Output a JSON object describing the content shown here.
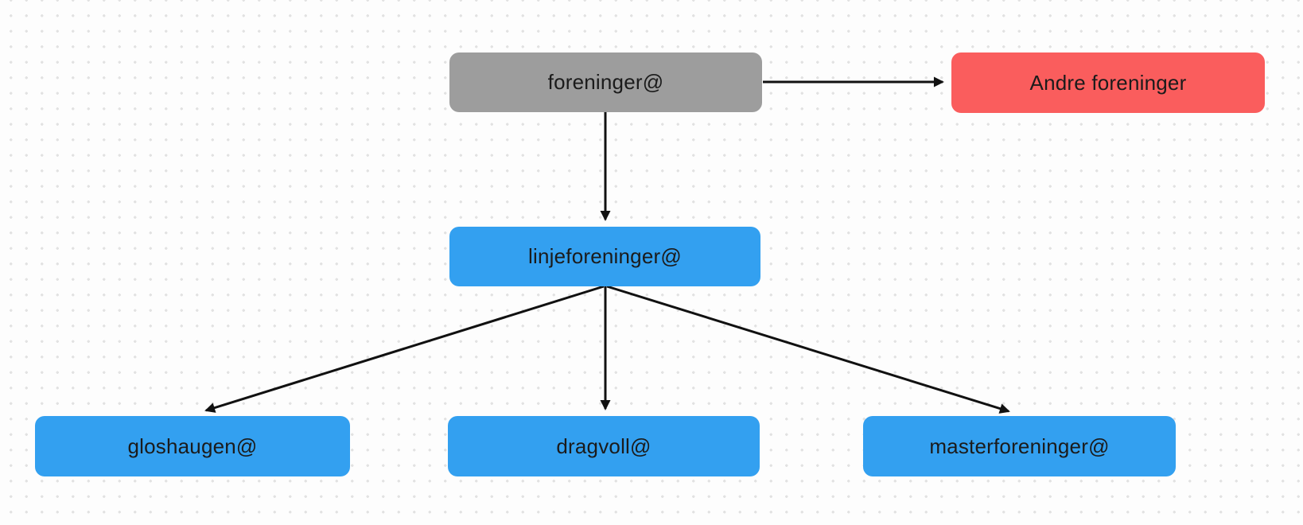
{
  "canvas": {
    "background_color": "#fdfdfd",
    "dot_color": "#e2e2e2"
  },
  "diagram": {
    "connector_color": "#111111",
    "nodes": [
      {
        "id": "foreninger",
        "label": "foreninger@",
        "fill": "#9d9d9d",
        "text_color": "#1b1b1b"
      },
      {
        "id": "andre-foreninger",
        "label": "Andre foreninger",
        "fill": "#fa5d5d",
        "text_color": "#1b1b1b"
      },
      {
        "id": "linjeforeninger",
        "label": "linjeforeninger@",
        "fill": "#33a0f0",
        "text_color": "#1b1b1b"
      },
      {
        "id": "gloshaugen",
        "label": "gloshaugen@",
        "fill": "#33a0f0",
        "text_color": "#1b1b1b"
      },
      {
        "id": "dragvoll",
        "label": "dragvoll@",
        "fill": "#33a0f0",
        "text_color": "#1b1b1b"
      },
      {
        "id": "masterforeninger",
        "label": "masterforeninger@",
        "fill": "#33a0f0",
        "text_color": "#1b1b1b"
      }
    ],
    "edges": [
      {
        "from": "foreninger@",
        "to": "Andre foreninger",
        "direction": "right"
      },
      {
        "from": "foreninger@",
        "to": "linjeforeninger@",
        "direction": "down"
      },
      {
        "from": "linjeforeninger@",
        "to": "gloshaugen@",
        "direction": "down-left"
      },
      {
        "from": "linjeforeninger@",
        "to": "dragvoll@",
        "direction": "down"
      },
      {
        "from": "linjeforeninger@",
        "to": "masterforeninger@",
        "direction": "down-right"
      }
    ]
  }
}
